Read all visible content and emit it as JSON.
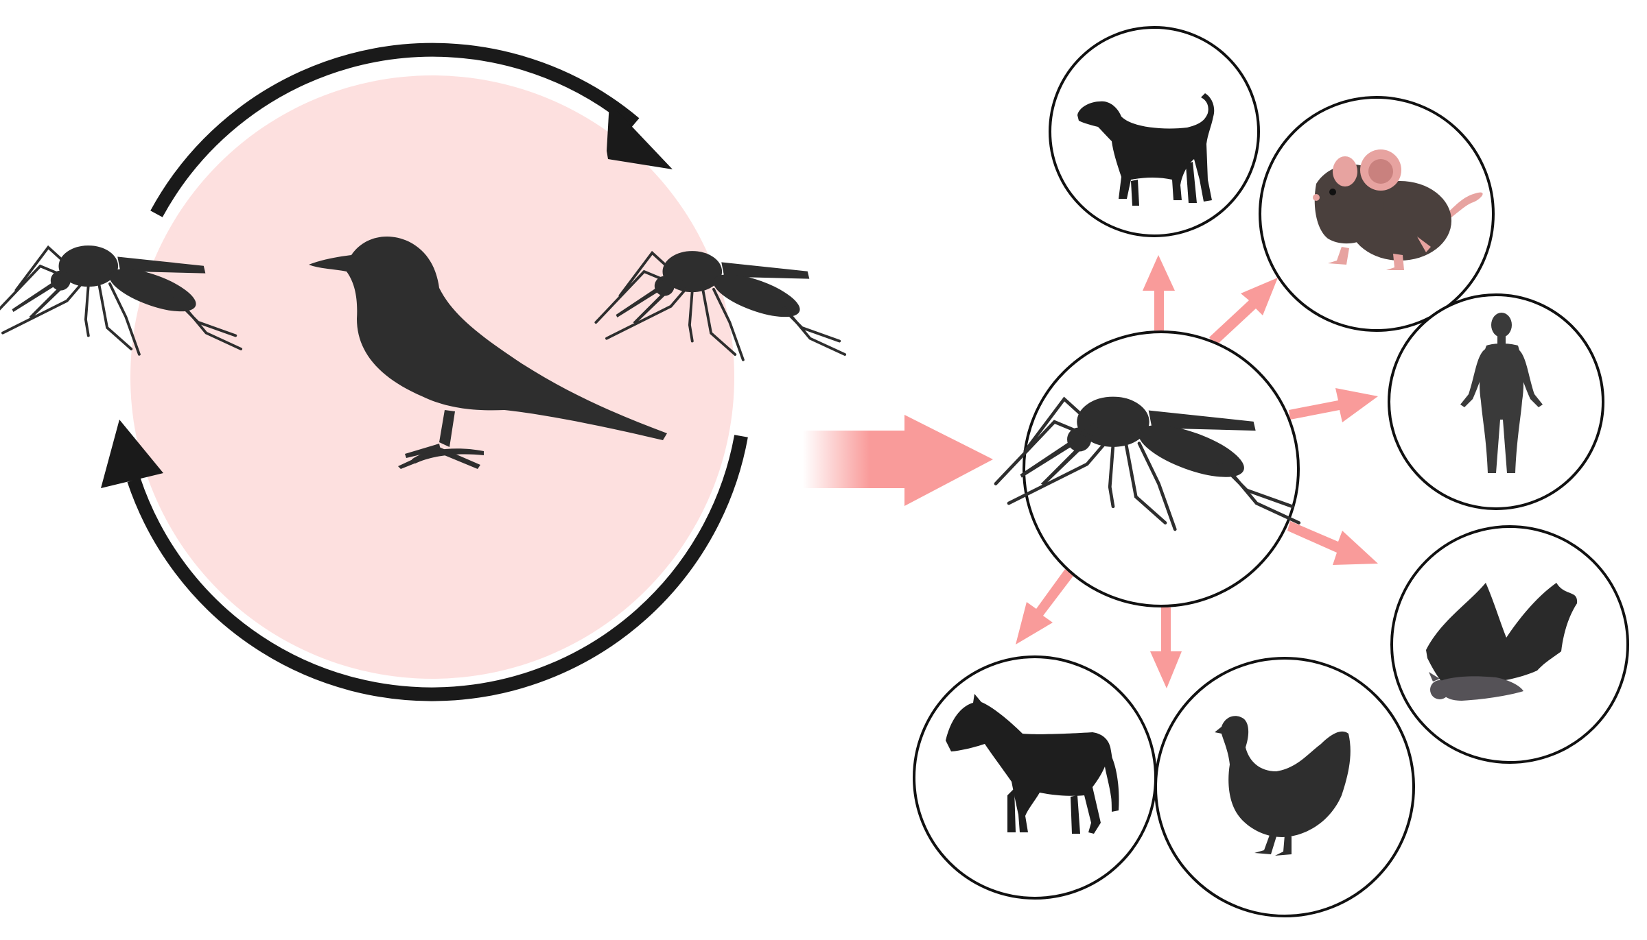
{
  "diagram": {
    "colors": {
      "background": "#ffffff",
      "cycle_fill": "#fde0df",
      "silhouette": "#2e2e2e",
      "spread_arrow": "#f99b9a",
      "outline": "#111111",
      "mouse_body": "#4a403d",
      "mouse_pink": "#e7a3a0",
      "bat_body": "#555257"
    },
    "enzootic_cycle": {
      "center_icon": "bird-icon",
      "vector_icons": [
        "mosquito-icon",
        "mosquito-icon"
      ],
      "cycle_arrows": [
        "clockwise-arrow-top",
        "clockwise-arrow-bottom"
      ]
    },
    "spillover_arrow": "right-arrow",
    "spillover": {
      "center_icon": "mosquito-icon",
      "hosts": [
        "dog-icon",
        "mouse-icon",
        "human-icon",
        "bat-icon",
        "chicken-icon",
        "horse-icon"
      ]
    }
  }
}
